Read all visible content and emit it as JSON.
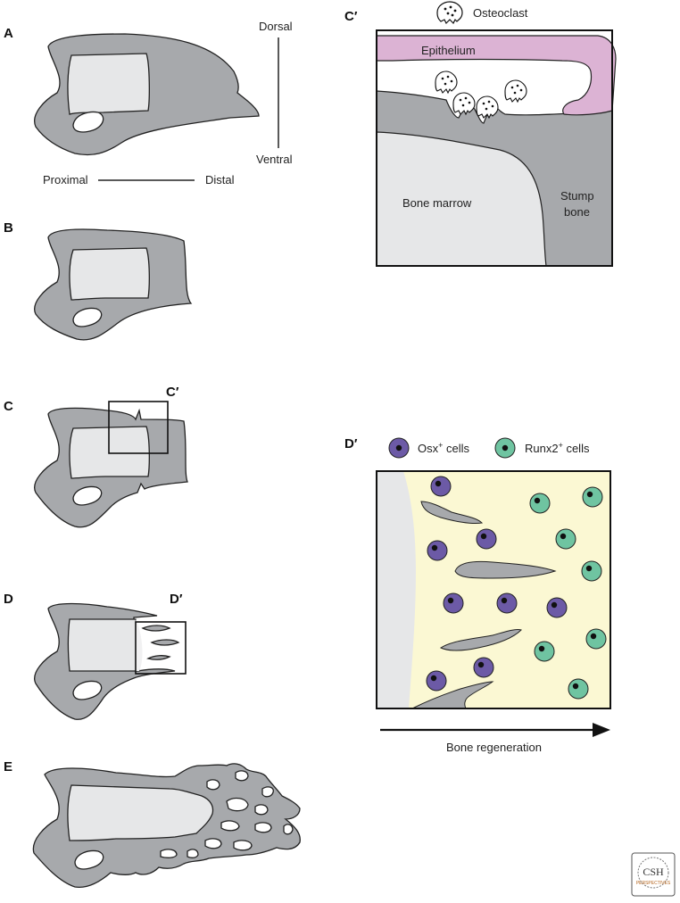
{
  "panels": {
    "a": "A",
    "b": "B",
    "c": "C",
    "c_prime": "C′",
    "d": "D",
    "d_prime": "D′",
    "e": "E"
  },
  "axes": {
    "dorsal": "Dorsal",
    "ventral": "Ventral",
    "proximal": "Proximal",
    "distal": "Distal"
  },
  "c_prime_panel": {
    "osteoclast": "Osteoclast",
    "epithelium": "Epithelium",
    "bone_marrow": "Bone marrow",
    "stump_bone_1": "Stump",
    "stump_bone_2": "bone"
  },
  "d_prime_panel": {
    "osx_legend": "Osx",
    "osx_sup": "+",
    "osx_suffix": " cells",
    "runx2_legend": "Runx2",
    "runx2_sup": "+",
    "runx2_suffix": " cells",
    "regeneration": "Bone regeneration"
  },
  "logo": {
    "line1": "CSH",
    "line2": "PERSPECTIVES"
  },
  "colors": {
    "bone": "#a7a9ac",
    "marrow": "#e6e7e8",
    "epithelium": "#dcb3d4",
    "blastema": "#fbf8d3",
    "osx": "#6c5aa6",
    "runx2": "#6fc4a1"
  }
}
